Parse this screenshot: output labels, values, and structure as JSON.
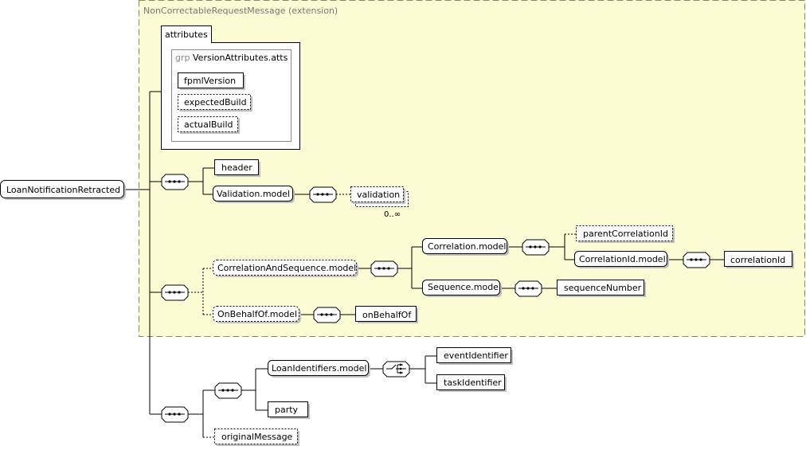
{
  "extension": {
    "label": "NonCorrectableRequestMessage  (extension)"
  },
  "root": {
    "label": "LoanNotificationRetracted"
  },
  "attributes": {
    "title": "attributes",
    "group_prefix": "grp",
    "group_name": "VersionAttributes.atts",
    "items": [
      "fpmlVersion",
      "expectedBuild",
      "actualBuild"
    ]
  },
  "elements": {
    "header": "header",
    "validation_model": "Validation.model",
    "validation": "validation",
    "validation_occurrence": "0..∞",
    "correlation_and_sequence_model": "CorrelationAndSequence.model",
    "correlation_model": "Correlation.model",
    "parent_correlation_id": "parentCorrelationId",
    "correlation_id_model": "CorrelationId.model",
    "correlation_id": "correlationId",
    "sequence_model": "Sequence.model",
    "sequence_number": "sequenceNumber",
    "on_behalf_of_model": "OnBehalfOf.model",
    "on_behalf_of": "onBehalfOf",
    "loan_identifiers_model": "LoanIdentifiers.model",
    "event_identifier": "eventIdentifier",
    "task_identifier": "taskIdentifier",
    "party": "party",
    "original_message": "originalMessage"
  }
}
